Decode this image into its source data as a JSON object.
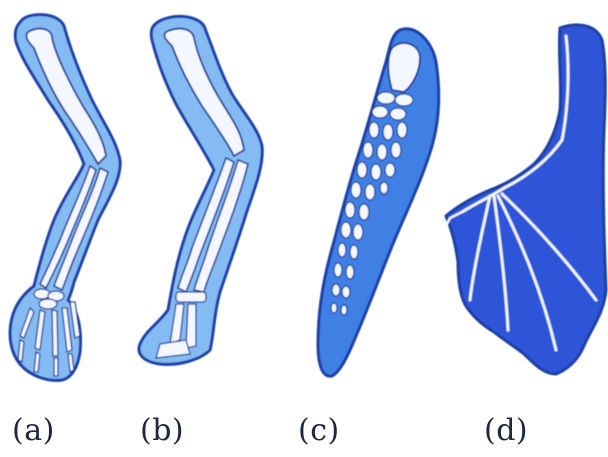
{
  "figure": {
    "panels": [
      {
        "id": "a",
        "label": "(a)"
      },
      {
        "id": "b",
        "label": "(b)"
      },
      {
        "id": "c",
        "label": "(c)"
      },
      {
        "id": "d",
        "label": "(d)"
      }
    ],
    "colors": {
      "outline": "#1b3fa8",
      "limb_fill": "#84bbf3",
      "flipper_fill": "#3f7fe4",
      "wing_fill": "#2f55d8",
      "bone_fill": "#f4f7ff",
      "bone_stroke": "#1f3d9a",
      "caption_text": "#1d2540"
    }
  }
}
